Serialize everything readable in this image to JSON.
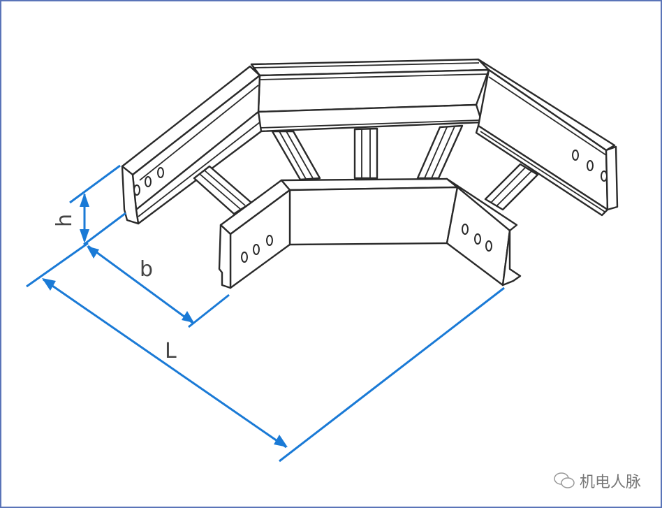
{
  "diagram": {
    "subject": "cable tray horizontal tee fitting",
    "dimension_labels": {
      "height": "h",
      "width": "b",
      "length": "L"
    },
    "colors": {
      "dimension_lines": "#1a7ad6",
      "outline": "#2a2a2a",
      "frame_border": "#5a74b8"
    }
  },
  "watermark": {
    "text": "机电人脉",
    "icon": "wechat-icon"
  }
}
